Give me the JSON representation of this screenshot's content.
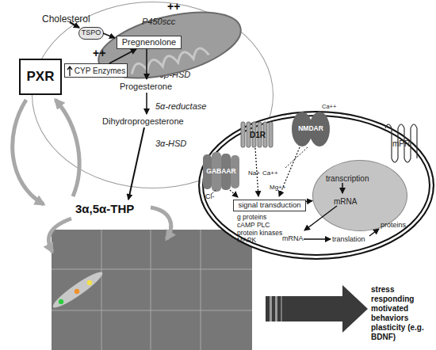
{
  "diagram": {
    "nodes": [
      {
        "text": [
          "Cholesterol",
          "3β-HSD",
          "Progesterone",
          "5α-reductase",
          "Dihydroprogesterone",
          "3α-HSD"
        ]
      },
      {
        "text": [
          "P450scc",
          "++"
        ],
        "in": 0
      },
      {
        "text": [
          "TSPO"
        ],
        "in": 1
      },
      {
        "text": [
          "Pregnenolone"
        ],
        "in": 1
      },
      {
        "text": [
          "PXR"
        ]
      },
      {
        "text": [
          "CYP Enzymes"
        ],
        "in": 0
      },
      {
        "text": [
          "Na+",
          "Ca++",
          "Mg++"
        ]
      },
      {
        "text": [
          "GABAAR"
        ],
        "in": 6
      },
      {
        "text": [
          "D1R"
        ],
        "in": 6
      },
      {
        "text": [
          "NMDAR",
          "Ca++"
        ],
        "in": 6
      },
      {
        "text": [
          "mPR"
        ],
        "in": 6
      },
      {
        "text": [
          "signal transduction",
          "g proteins cAMP PLC protein kinases MAPK"
        ],
        "in": 6
      },
      {
        "text": [
          "transcription",
          "mRNA"
        ],
        "in": 6
      }
    ],
    "edges": [
      {
        "from": 5,
        "to": 3,
        "label": "++",
        "arrow": "to"
      },
      {
        "from": 11,
        "to": 12,
        "arrow": "to"
      }
    ],
    "labels": [
      "3α,5α-THP",
      "Cl-",
      "mRNA",
      "translation",
      "proteins",
      "stress responding motivated behaviors plasticity (e.g. BDNF)"
    ]
  }
}
